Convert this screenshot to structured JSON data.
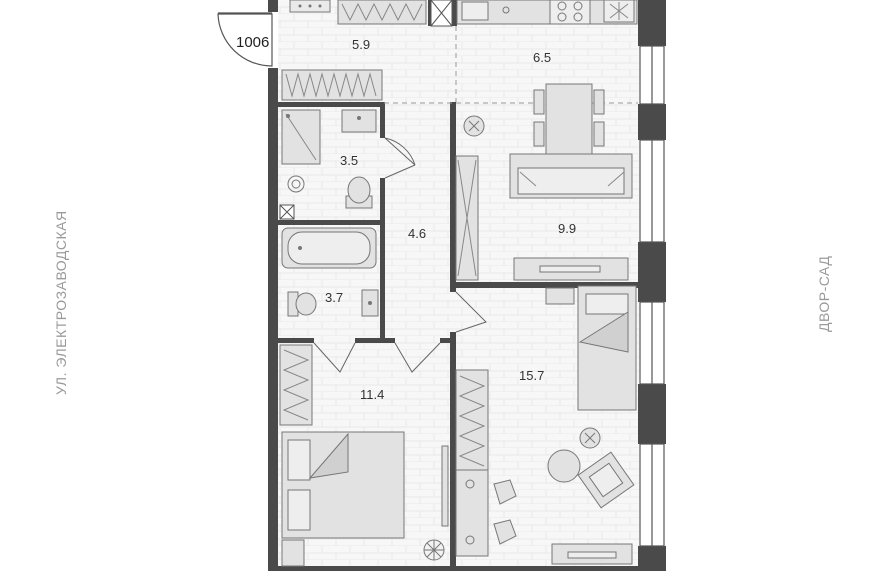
{
  "apartment": {
    "number": "1006"
  },
  "streets": {
    "left": "УЛ. ЭЛЕКТРОЗАВОДСКАЯ",
    "right": "ДВОР-САД"
  },
  "rooms": [
    {
      "id": "hall",
      "area": "5.9"
    },
    {
      "id": "kitchen",
      "area": "6.5"
    },
    {
      "id": "toilet",
      "area": "3.5"
    },
    {
      "id": "corridor",
      "area": "4.6"
    },
    {
      "id": "living",
      "area": "9.9"
    },
    {
      "id": "bath",
      "area": "3.7"
    },
    {
      "id": "bedroom-left",
      "area": "11.4"
    },
    {
      "id": "bedroom-right",
      "area": "15.7"
    }
  ],
  "colors": {
    "wall": "#4a4a4a",
    "floor": "#f6f6f6",
    "furniture": "#e2e2e2",
    "furniture-stroke": "#777777",
    "brick-line": "#e4e4e4",
    "window": "#ffffff",
    "street-text": "#9a9a9a"
  }
}
